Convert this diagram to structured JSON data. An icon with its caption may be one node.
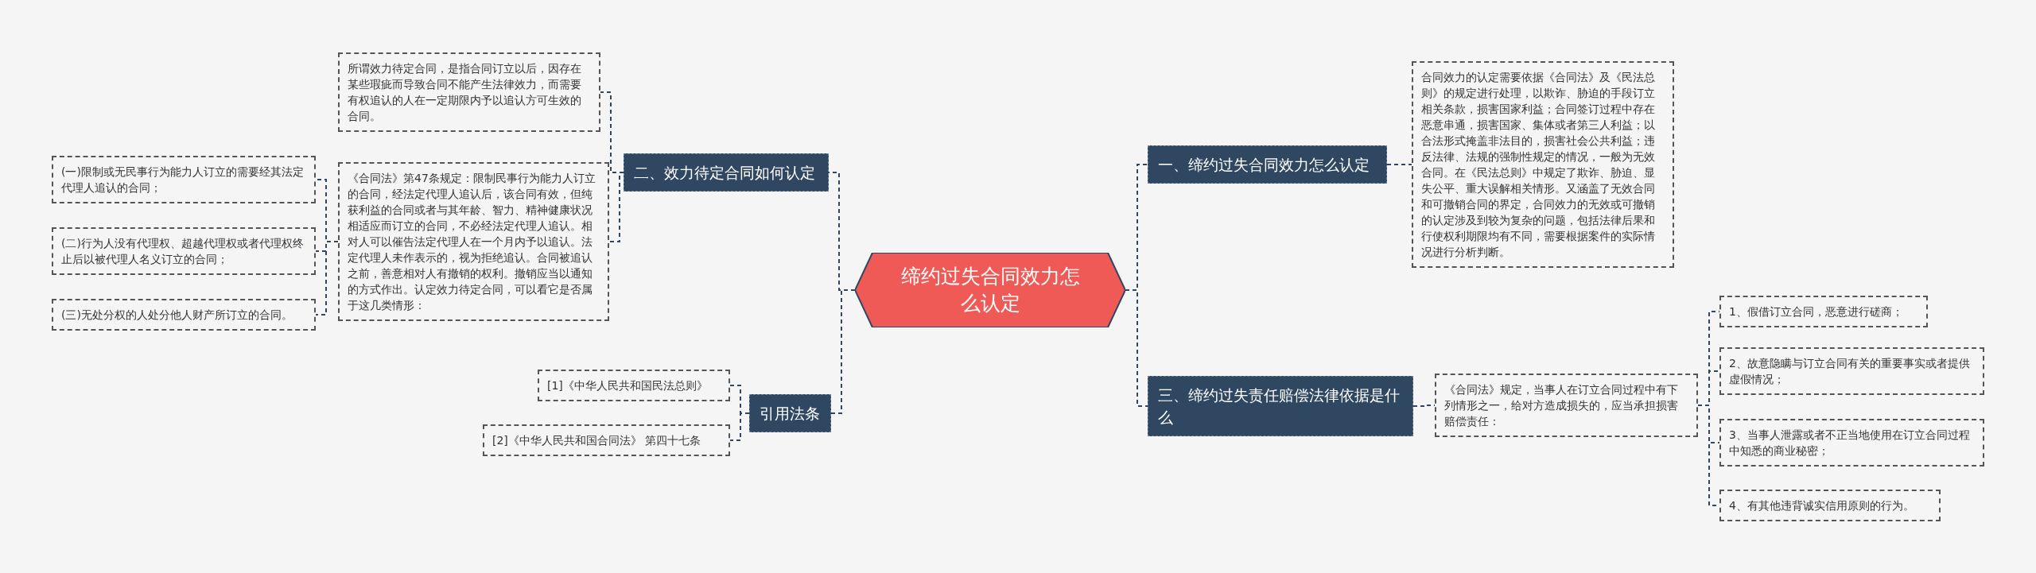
{
  "diagram": {
    "nodes": [
      {
        "text": [
          "缔约过失合同效力怎么认定"
        ]
      },
      {
        "text": [
          "二、效力待定合同如何认定"
        ]
      },
      {
        "text": [
          "所谓效力待定合同，是指合同订立以后，因存在某些瑕疵而导致合同不能产生法律效力，而需要有权追认的人在一定期限内予以追认方可生效的合同。"
        ]
      },
      {
        "text": [
          "《合同法》第47条规定：限制民事行为能力人订立的合同，经法定代理人追认后，该合同有效，但纯获利益的合同或者与其年龄、智力、精神健康状况相适应而订立的合同，不必经法定代理人追认。相对人可以催告法定代理人在一个月内予以追认。法定代理人未作表示的，视为拒绝追认。合同被追认之前，善意相对人有撤销的权利。撤销应当以通知的方式作出。认定效力待定合同，可以看它是否属于这几类情形："
        ]
      },
      {
        "text": [
          "(一)限制或无民事行为能力人订立的需要经其法定代理人追认的合同；"
        ]
      },
      {
        "text": [
          "(二)行为人没有代理权、超越代理权或者代理权终止后以被代理人名义订立的合同；"
        ]
      },
      {
        "text": [
          "(三)无处分权的人处分他人财产所订立的合同。"
        ]
      },
      {
        "text": [
          "引用法条"
        ]
      },
      {
        "text": [
          "[1]《中华人民共和国民法总则》"
        ]
      },
      {
        "text": [
          "[2]《中华人民共和国合同法》 第四十七条"
        ]
      },
      {
        "text": [
          "一、缔约过失合同效力怎么认定"
        ]
      },
      {
        "text": [
          "合同效力的认定需要依据《合同法》及《民法总则》的规定进行处理，以欺诈、胁迫的手段订立相关条款，损害国家利益；合同签订过程中存在恶意串通，损害国家、集体或者第三人利益；以合法形式掩盖非法目的，损害社会公共利益；违反法律、法规的强制性规定的情况，一般为无效合同。在《民法总则》中规定了欺诈、胁迫、显失公平、重大误解相关情形。又涵盖了无效合同和可撤销合同的界定，合同效力的无效或可撤销的认定涉及到较为复杂的问题，包括法律后果和行使权利期限均有不同，需要根据案件的实际情况进行分析判断。"
        ]
      },
      {
        "text": [
          "三、缔约过失责任赔偿法律依据是什么"
        ]
      },
      {
        "text": [
          "《合同法》规定，当事人在订立合同过程中有下列情形之一，给对方造成损失的，应当承担损害赔偿责任："
        ]
      },
      {
        "text": [
          "1、假借订立合同，恶意进行磋商；"
        ]
      },
      {
        "text": [
          "2、故意隐瞒与订立合同有关的重要事实或者提供虚假情况；"
        ]
      },
      {
        "text": [
          "3、当事人泄露或者不正当地使用在订立合同过程中知悉的商业秘密；"
        ]
      },
      {
        "text": [
          "4、有其他违背诚实信用原则的行为。"
        ]
      }
    ],
    "edges": [
      {
        "from": 0,
        "to": 1,
        "arrow": "none"
      },
      {
        "from": 1,
        "to": 2,
        "arrow": "none"
      },
      {
        "from": 1,
        "to": 3,
        "arrow": "none"
      },
      {
        "from": 3,
        "to": 4,
        "arrow": "none"
      },
      {
        "from": 3,
        "to": 5,
        "arrow": "none"
      },
      {
        "from": 3,
        "to": 6,
        "arrow": "none"
      },
      {
        "from": 0,
        "to": 7,
        "arrow": "none"
      },
      {
        "from": 7,
        "to": 8,
        "arrow": "none"
      },
      {
        "from": 7,
        "to": 9,
        "arrow": "none"
      },
      {
        "from": 0,
        "to": 10,
        "arrow": "none"
      },
      {
        "from": 10,
        "to": 11,
        "arrow": "none"
      },
      {
        "from": 0,
        "to": 12,
        "arrow": "none"
      },
      {
        "from": 12,
        "to": 13,
        "arrow": "none"
      },
      {
        "from": 13,
        "to": 14,
        "arrow": "none"
      },
      {
        "from": 13,
        "to": 15,
        "arrow": "none"
      },
      {
        "from": 13,
        "to": 16,
        "arrow": "none"
      },
      {
        "from": 13,
        "to": 17,
        "arrow": "none"
      }
    ]
  }
}
